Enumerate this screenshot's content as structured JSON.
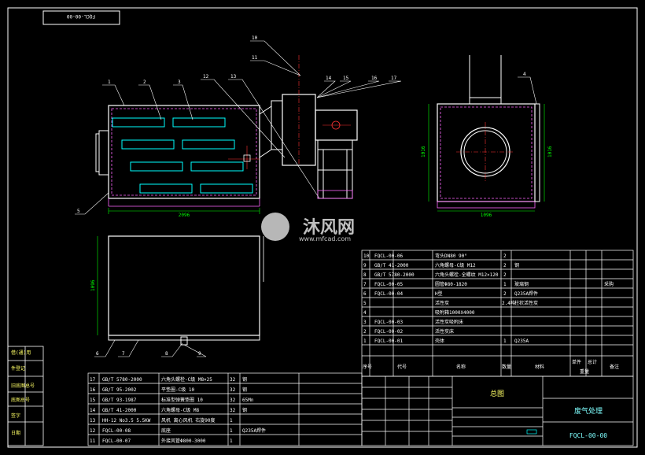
{
  "drawing": {
    "code_top_left": "FQCL-00-00",
    "title_block": {
      "drawing_name": "总图",
      "project_title": "废气处理",
      "drawing_code": "FQCL-00-00"
    },
    "parts_table_header": {
      "seq": "序号",
      "code": "代号",
      "name": "名称",
      "qty": "数量",
      "material": "材料",
      "unit_weight": "单件",
      "total_weight": "总计",
      "weight_label": "重量",
      "remark": "备注"
    },
    "parts_upper": [
      {
        "seq": "10",
        "code": "FQCL-00-06",
        "name": "弯头DN80 90°",
        "qty": "2",
        "material": "",
        "remark": ""
      },
      {
        "seq": "9",
        "code": "GB/T 41-2000",
        "name": "六角螺母-C级 M12",
        "qty": "2",
        "material": "钢",
        "remark": ""
      },
      {
        "seq": "8",
        "code": "GB/T 5780-2000",
        "name": "六角头螺栓-全螺纹 M12×120",
        "qty": "2",
        "material": "",
        "remark": ""
      },
      {
        "seq": "7",
        "code": "FQCL-00-05",
        "name": "圆管Φ80-1820",
        "qty": "1",
        "material": "玻璃钢",
        "remark": "采购"
      },
      {
        "seq": "6",
        "code": "FQCL-00-04",
        "name": "H型",
        "qty": "2",
        "material": "Q235A焊件",
        "remark": ""
      },
      {
        "seq": "5",
        "code": "",
        "name": "活性炭",
        "qty": "2.4吨",
        "material": "柱状活性炭",
        "remark": ""
      },
      {
        "seq": "4",
        "code": "",
        "name": "吸附箱1000X4000",
        "qty": "",
        "material": "",
        "remark": ""
      },
      {
        "seq": "3",
        "code": "FQCL-00-03",
        "name": "活性炭吸附床",
        "qty": "",
        "material": "",
        "remark": ""
      },
      {
        "seq": "2",
        "code": "FQCL-00-02",
        "name": "活性炭床",
        "qty": "",
        "material": "",
        "remark": ""
      },
      {
        "seq": "1",
        "code": "FQCL-00-01",
        "name": "壳体",
        "qty": "1",
        "material": "Q235A",
        "remark": ""
      }
    ],
    "parts_lower": [
      {
        "seq": "17",
        "code": "GB/T 5780-2000",
        "name": "六角头螺栓-C级 M8×25",
        "qty": "32",
        "material": "钢"
      },
      {
        "seq": "16",
        "code": "GB/T 95-2002",
        "name": "平垫圈-C级 10",
        "qty": "32",
        "material": "钢"
      },
      {
        "seq": "15",
        "code": "GB/T 93-1987",
        "name": "标准型弹簧垫圈 10",
        "qty": "32",
        "material": "65Mn"
      },
      {
        "seq": "14",
        "code": "GB/T 41-2000",
        "name": "六角螺母-C级 M8",
        "qty": "32",
        "material": "钢"
      },
      {
        "seq": "13",
        "code": "HH-12 No3.5 5.5KW",
        "name": "风机 离心风机 右旋90度",
        "qty": "1",
        "material": ""
      },
      {
        "seq": "12",
        "code": "FQCL-00-08",
        "name": "底座",
        "qty": "1",
        "material": "Q235A焊件"
      },
      {
        "seq": "11",
        "code": "FQCL-00-07",
        "name": "外接风管Φ800-3000",
        "qty": "1",
        "material": ""
      }
    ],
    "left_strip": [
      "借(通)用",
      "件登记",
      "旧底图总号",
      "底图总号",
      "签字",
      "日期"
    ],
    "balloons": [
      "1",
      "2",
      "3",
      "4",
      "5",
      "6",
      "7",
      "8",
      "9",
      "10",
      "11",
      "12",
      "13",
      "14",
      "15",
      "16",
      "17"
    ],
    "dimensions": {
      "front_width": "2096",
      "side_width": "1096",
      "side_height": "1016",
      "side_height2": "1016",
      "plan_depth": "1096"
    },
    "watermark": {
      "brand_cn": "沐风网",
      "url": "www.mfcad.com"
    },
    "colors": {
      "background": "#000000",
      "outline": "#ffffff",
      "dimension": "#00ff00",
      "hidden": "#ff66ff",
      "center": "#ff3333",
      "panel": "#00ffff"
    }
  }
}
